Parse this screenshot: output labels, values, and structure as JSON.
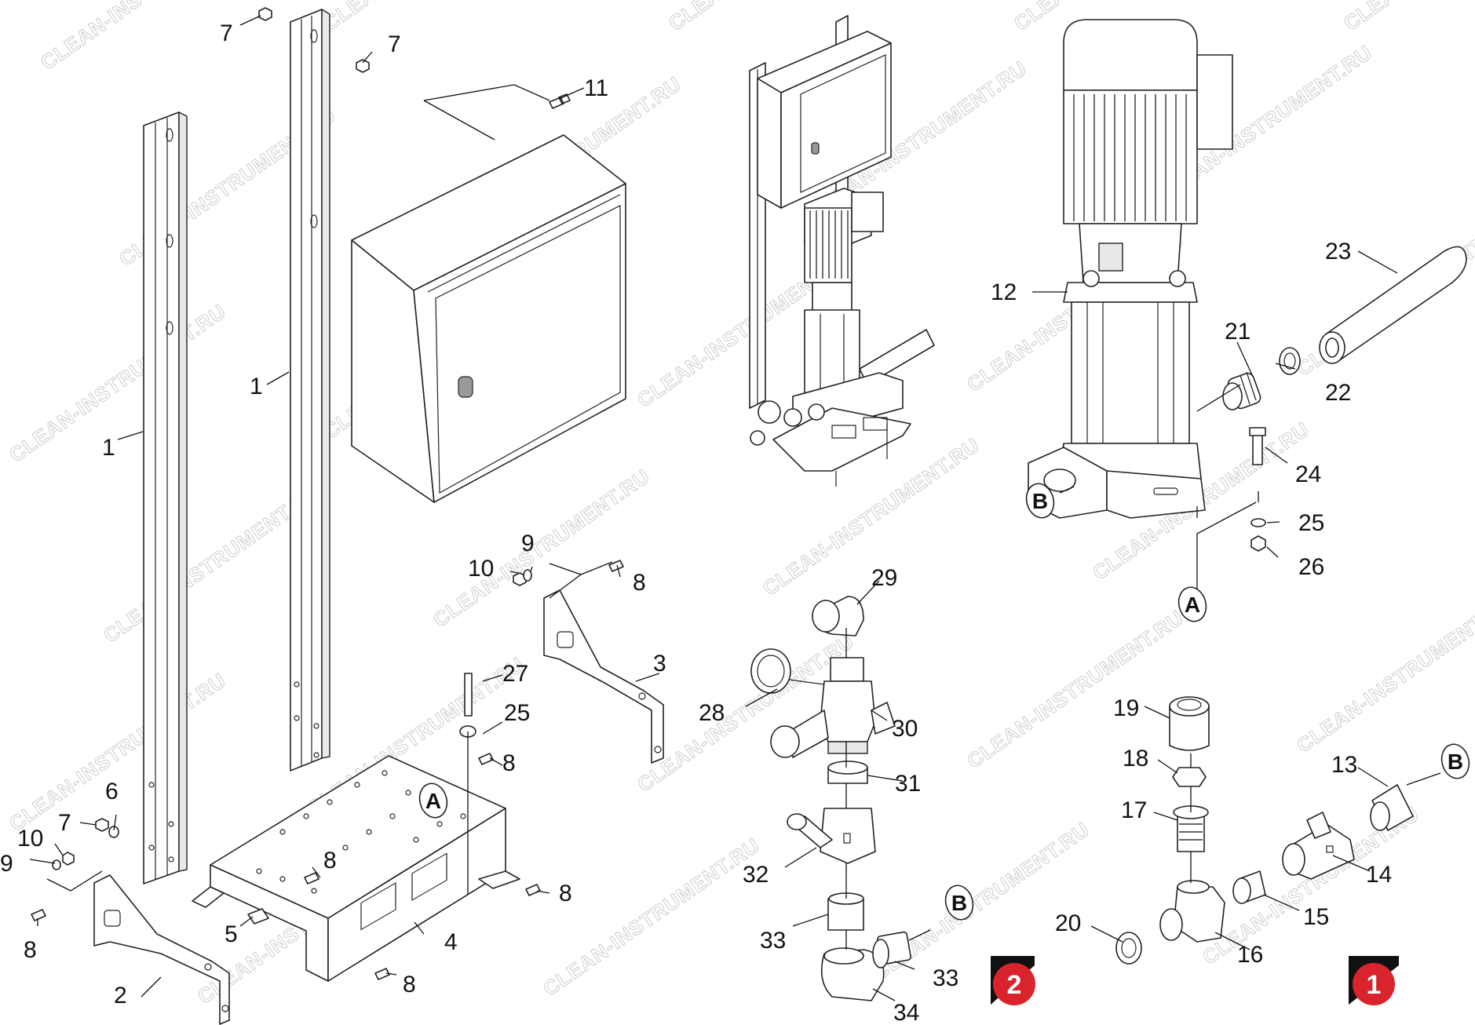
{
  "watermark": "CLEAN-INSTRUMENT.RU",
  "part_numbers": {
    "p1": "1",
    "p2": "2",
    "p3": "3",
    "p4": "4",
    "p5": "5",
    "p6": "6",
    "p7": "7",
    "p8": "8",
    "p9": "9",
    "p10": "10",
    "p11": "11",
    "p12": "12",
    "p13": "13",
    "p14": "14",
    "p15": "15",
    "p16": "16",
    "p17": "17",
    "p18": "18",
    "p19": "19",
    "p20": "20",
    "p21": "21",
    "p22": "22",
    "p23": "23",
    "p24": "24",
    "p25": "25",
    "p26": "26",
    "p27": "27",
    "p28": "28",
    "p29": "29",
    "p30": "30",
    "p31": "31",
    "p32": "32",
    "p33": "33",
    "p34": "34"
  },
  "reference_marks": {
    "a": "A",
    "b": "B"
  },
  "variant_badges": {
    "first": "1",
    "second": "2"
  },
  "colors": {
    "badge": "#d9232d",
    "line": "#222222",
    "watermark": "#c8c8c8"
  }
}
